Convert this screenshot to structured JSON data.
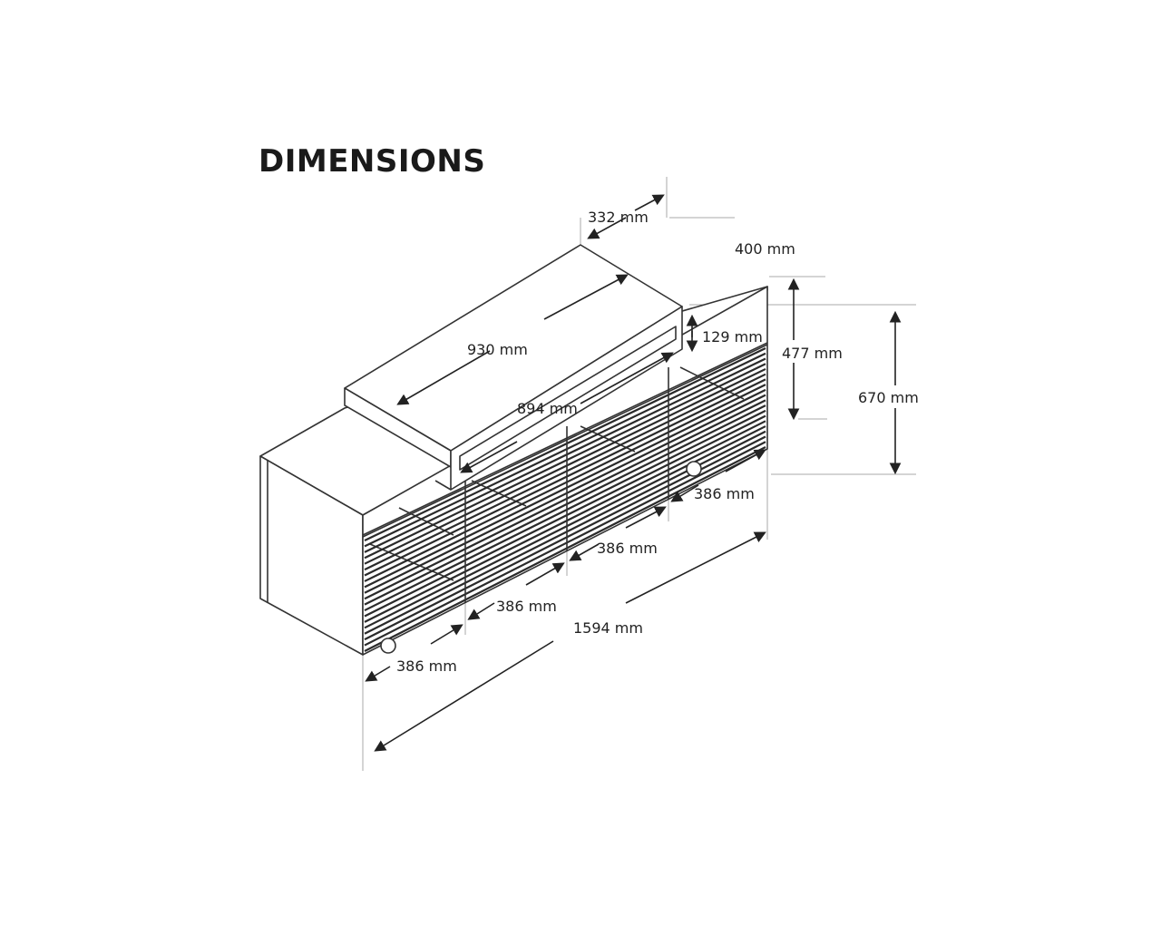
{
  "title": "DIMENSIONS",
  "dimensions": {
    "top_depth": "332 mm",
    "cabinet_depth": "400 mm",
    "top_width": "930 mm",
    "top_inner_width": "894 mm",
    "shelf_opening": "129 mm",
    "cabinet_height": "477 mm",
    "total_height": "670 mm",
    "section_1": "386 mm",
    "section_2": "386 mm",
    "section_3": "386 mm",
    "section_4": "386 mm",
    "total_width": "1594 mm"
  }
}
